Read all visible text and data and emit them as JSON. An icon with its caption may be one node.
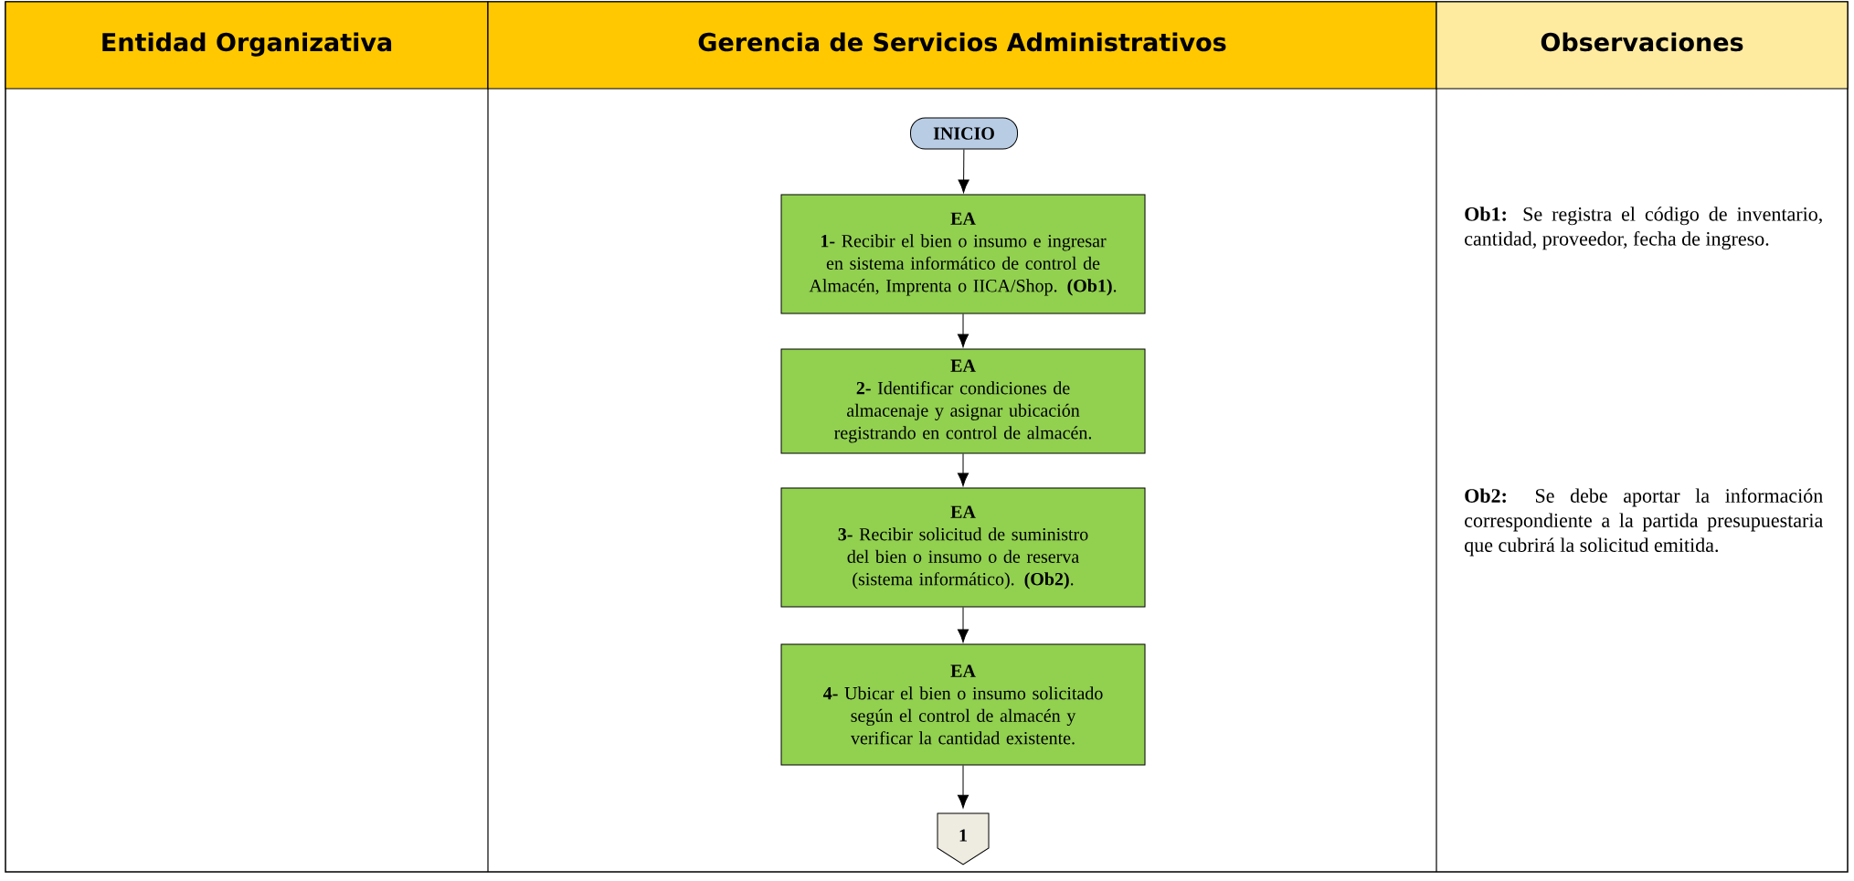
{
  "diagram": {
    "nodes": [
      {
        "text": [
          "INICIO"
        ]
      },
      {
        "text": [
          "EA",
          "**1-** Recibir el bien o insumo e ingresar en sistema informático de control de Almacén, Imprenta o IICA/Shop. **(Ob1)**."
        ]
      },
      {
        "text": [
          "EA",
          "**2-** Identificar condiciones de almacenaje y asignar ubicación registrando en control de almacén."
        ]
      },
      {
        "text": [
          "EA",
          "**3-** Recibir solicitud de suministro del bien o insumo o de reserva (sistema informático). **(Ob2)**."
        ]
      },
      {
        "text": [
          "EA",
          "**4-** Ubicar el bien o insumo solicitado según el control de almacén y verificar la cantidad existente."
        ]
      },
      {
        "text": [
          "1"
        ]
      }
    ],
    "edges": [
      {
        "from": 0,
        "to": 1,
        "arrow": "to"
      },
      {
        "from": 1,
        "to": 2,
        "arrow": "to"
      },
      {
        "from": 2,
        "to": 3,
        "arrow": "to"
      },
      {
        "from": 3,
        "to": 4,
        "arrow": "to"
      },
      {
        "from": 4,
        "to": 5,
        "arrow": "to"
      }
    ],
    "labels": [
      "Entidad Organizativa",
      "Gerencia de Servicios Administrativos",
      "Observaciones",
      "**Ob1:** Se registra el código de inventario, cantidad, proveedor, fecha de ingreso.",
      "**Ob2:** Se debe aportar la información correspondiente a la partida presupuestaria que cubrirá la solicitud emitida."
    ]
  }
}
